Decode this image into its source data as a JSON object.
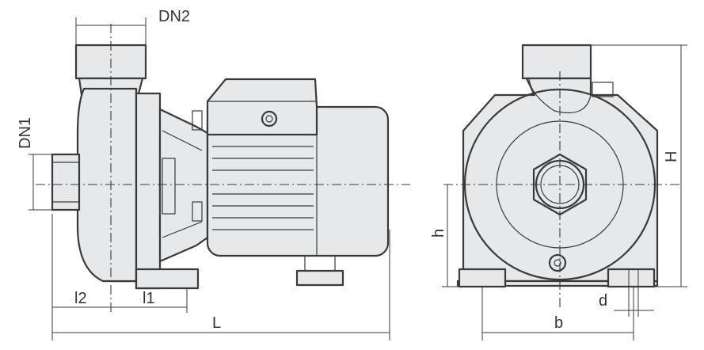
{
  "labels": {
    "dn2": "DN2",
    "dn1": "DN1",
    "l2": "l2",
    "l1": "l1",
    "L": "L",
    "h": "h",
    "H": "H",
    "d": "d",
    "b": "b"
  },
  "colors": {
    "stroke": "#3a3a3a",
    "fill": "#e6e8ea"
  }
}
